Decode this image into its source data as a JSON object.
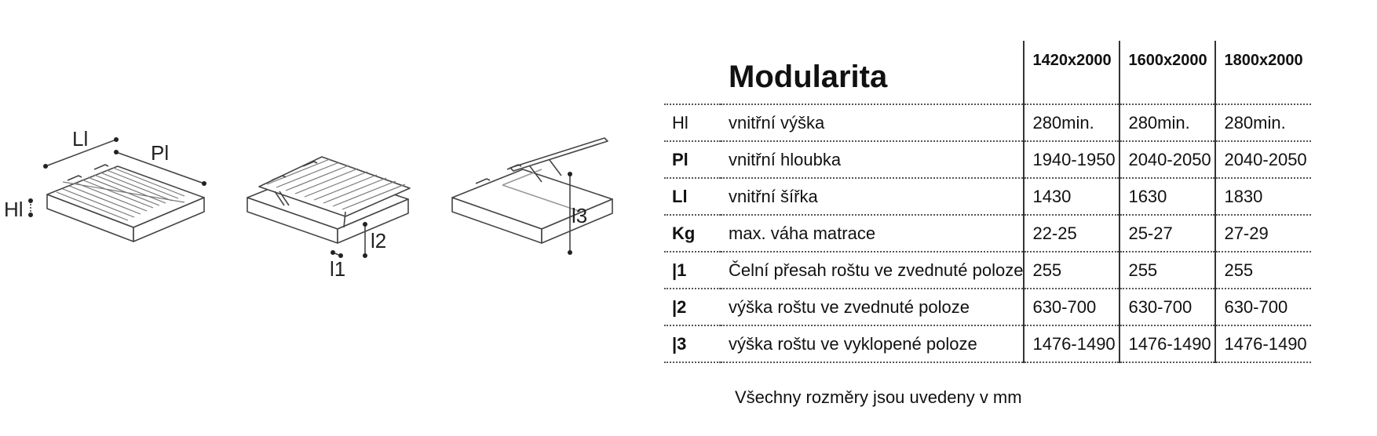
{
  "drawings": {
    "labels": {
      "li": "Ll",
      "pi": "Pl",
      "hi": "Hl",
      "l1": "l1",
      "l2": "l2",
      "l3": "l3"
    }
  },
  "table": {
    "title": "Modularita",
    "sizes": [
      "1420x2000",
      "1600x2000",
      "1800x2000"
    ],
    "rows": [
      {
        "code": "Hl",
        "bold": false,
        "desc": "vnitřní výška",
        "values": [
          "280min.",
          "280min.",
          "280min."
        ]
      },
      {
        "code": "Pl",
        "bold": true,
        "desc": "vnitřní hloubka",
        "values": [
          "1940-1950",
          "2040-2050",
          "2040-2050"
        ]
      },
      {
        "code": "Ll",
        "bold": true,
        "desc": "vnitřní šířka",
        "values": [
          "1430",
          "1630",
          "1830"
        ]
      },
      {
        "code": "Kg",
        "bold": true,
        "desc": "max. váha matrace",
        "values": [
          "22-25",
          "25-27",
          "27-29"
        ]
      },
      {
        "code": "|1",
        "bold": true,
        "desc": "Čelní přesah roštu ve zvednuté poloze",
        "values": [
          "255",
          "255",
          "255"
        ]
      },
      {
        "code": "|2",
        "bold": true,
        "desc": "výška roštu ve zvednuté poloze",
        "values": [
          "630-700",
          "630-700",
          "630-700"
        ]
      },
      {
        "code": "|3",
        "bold": true,
        "desc": "výška roštu ve vyklopené poloze",
        "values": [
          "1476-1490",
          "1476-1490",
          "1476-1490"
        ]
      }
    ]
  },
  "footnote": "Všechny rozměry jsou uvedeny v mm"
}
